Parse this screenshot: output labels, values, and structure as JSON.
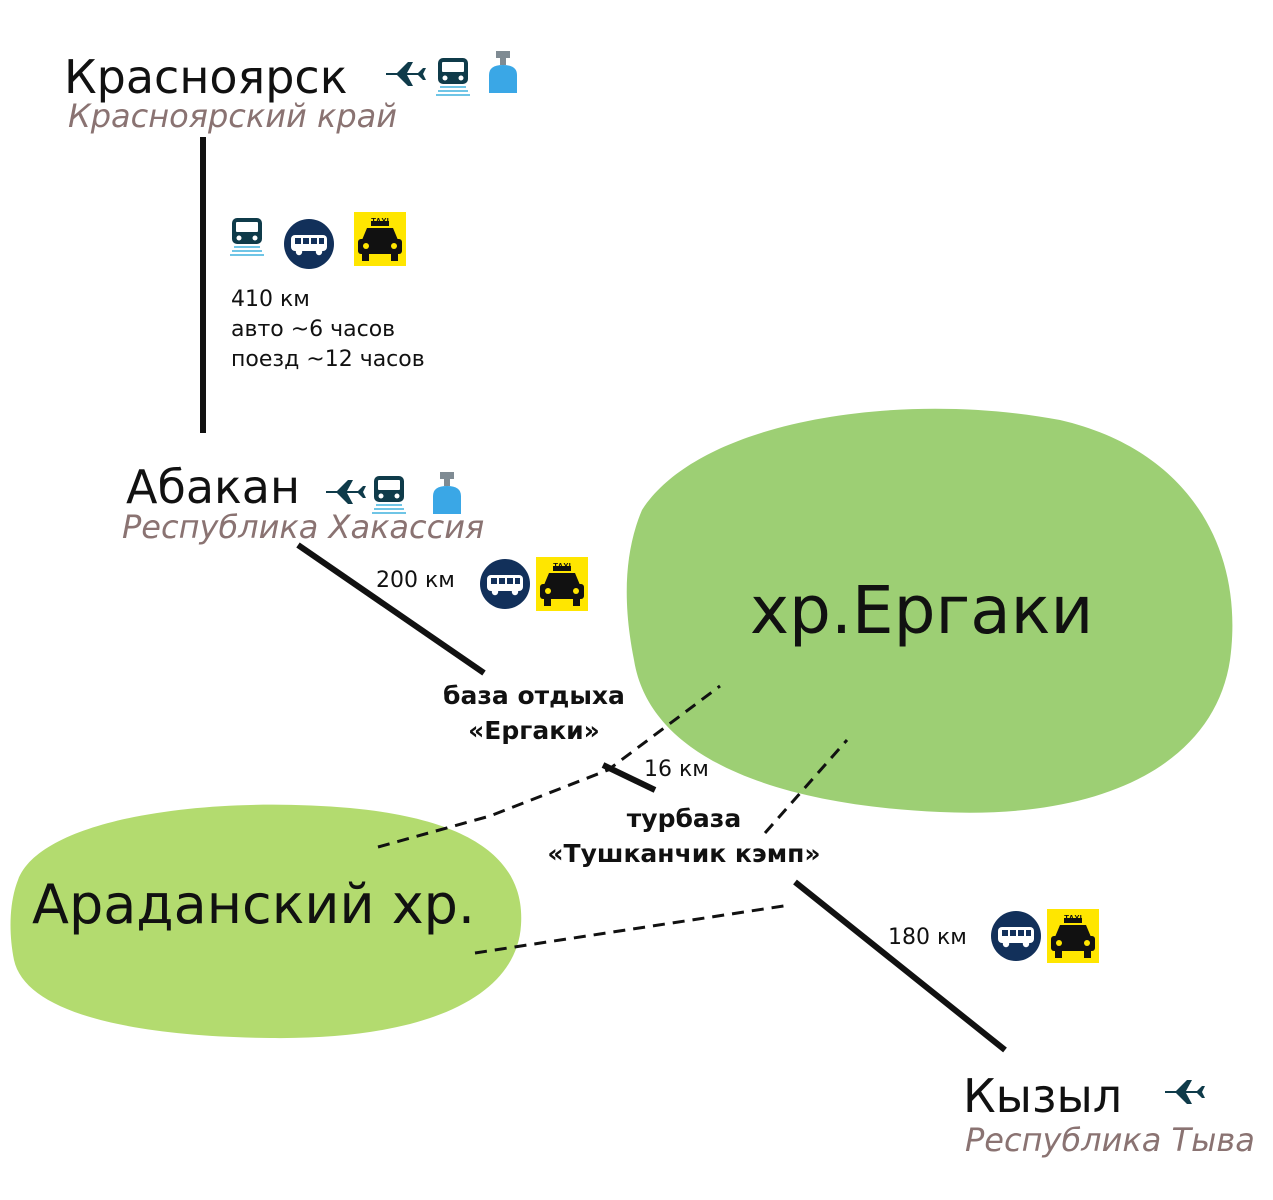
{
  "cities": {
    "krasnoyarsk": {
      "name": "Красноярск",
      "region": "Красноярский край"
    },
    "abakan": {
      "name": "Абакан",
      "region": "Республика Хакассия"
    },
    "kyzyl": {
      "name": "Кызыл",
      "region": "Республика Тыва"
    }
  },
  "routes": {
    "krasnoyarsk_abakan": {
      "distance": "410 км",
      "car_time": "авто ~6 часов",
      "train_time": "поезд ~12 часов"
    },
    "abakan_ergaki": {
      "distance": "200 км"
    },
    "bases": {
      "distance": "16 км"
    },
    "kyzyl_route": {
      "distance": "180 км"
    }
  },
  "bases": {
    "ergaki_base": {
      "line1": "база отдыха",
      "line2": "«Ергаки»"
    },
    "tushkanchik": {
      "line1": "турбаза",
      "line2": "«Тушканчик кэмп»"
    }
  },
  "ranges": {
    "ergaki": "хр.Ергаки",
    "aradan": "Араданский хр."
  },
  "taxi_label": "TAXI",
  "colors": {
    "ergaki_fill": "#9dcf74",
    "aradan_fill": "#b3db6f",
    "bus_circle": "#12305a",
    "taxi_yellow": "#ffe600",
    "icon_teal": "#0f3b4a",
    "balloon_blue": "#3aa7e6",
    "region_text": "#8a7372"
  }
}
